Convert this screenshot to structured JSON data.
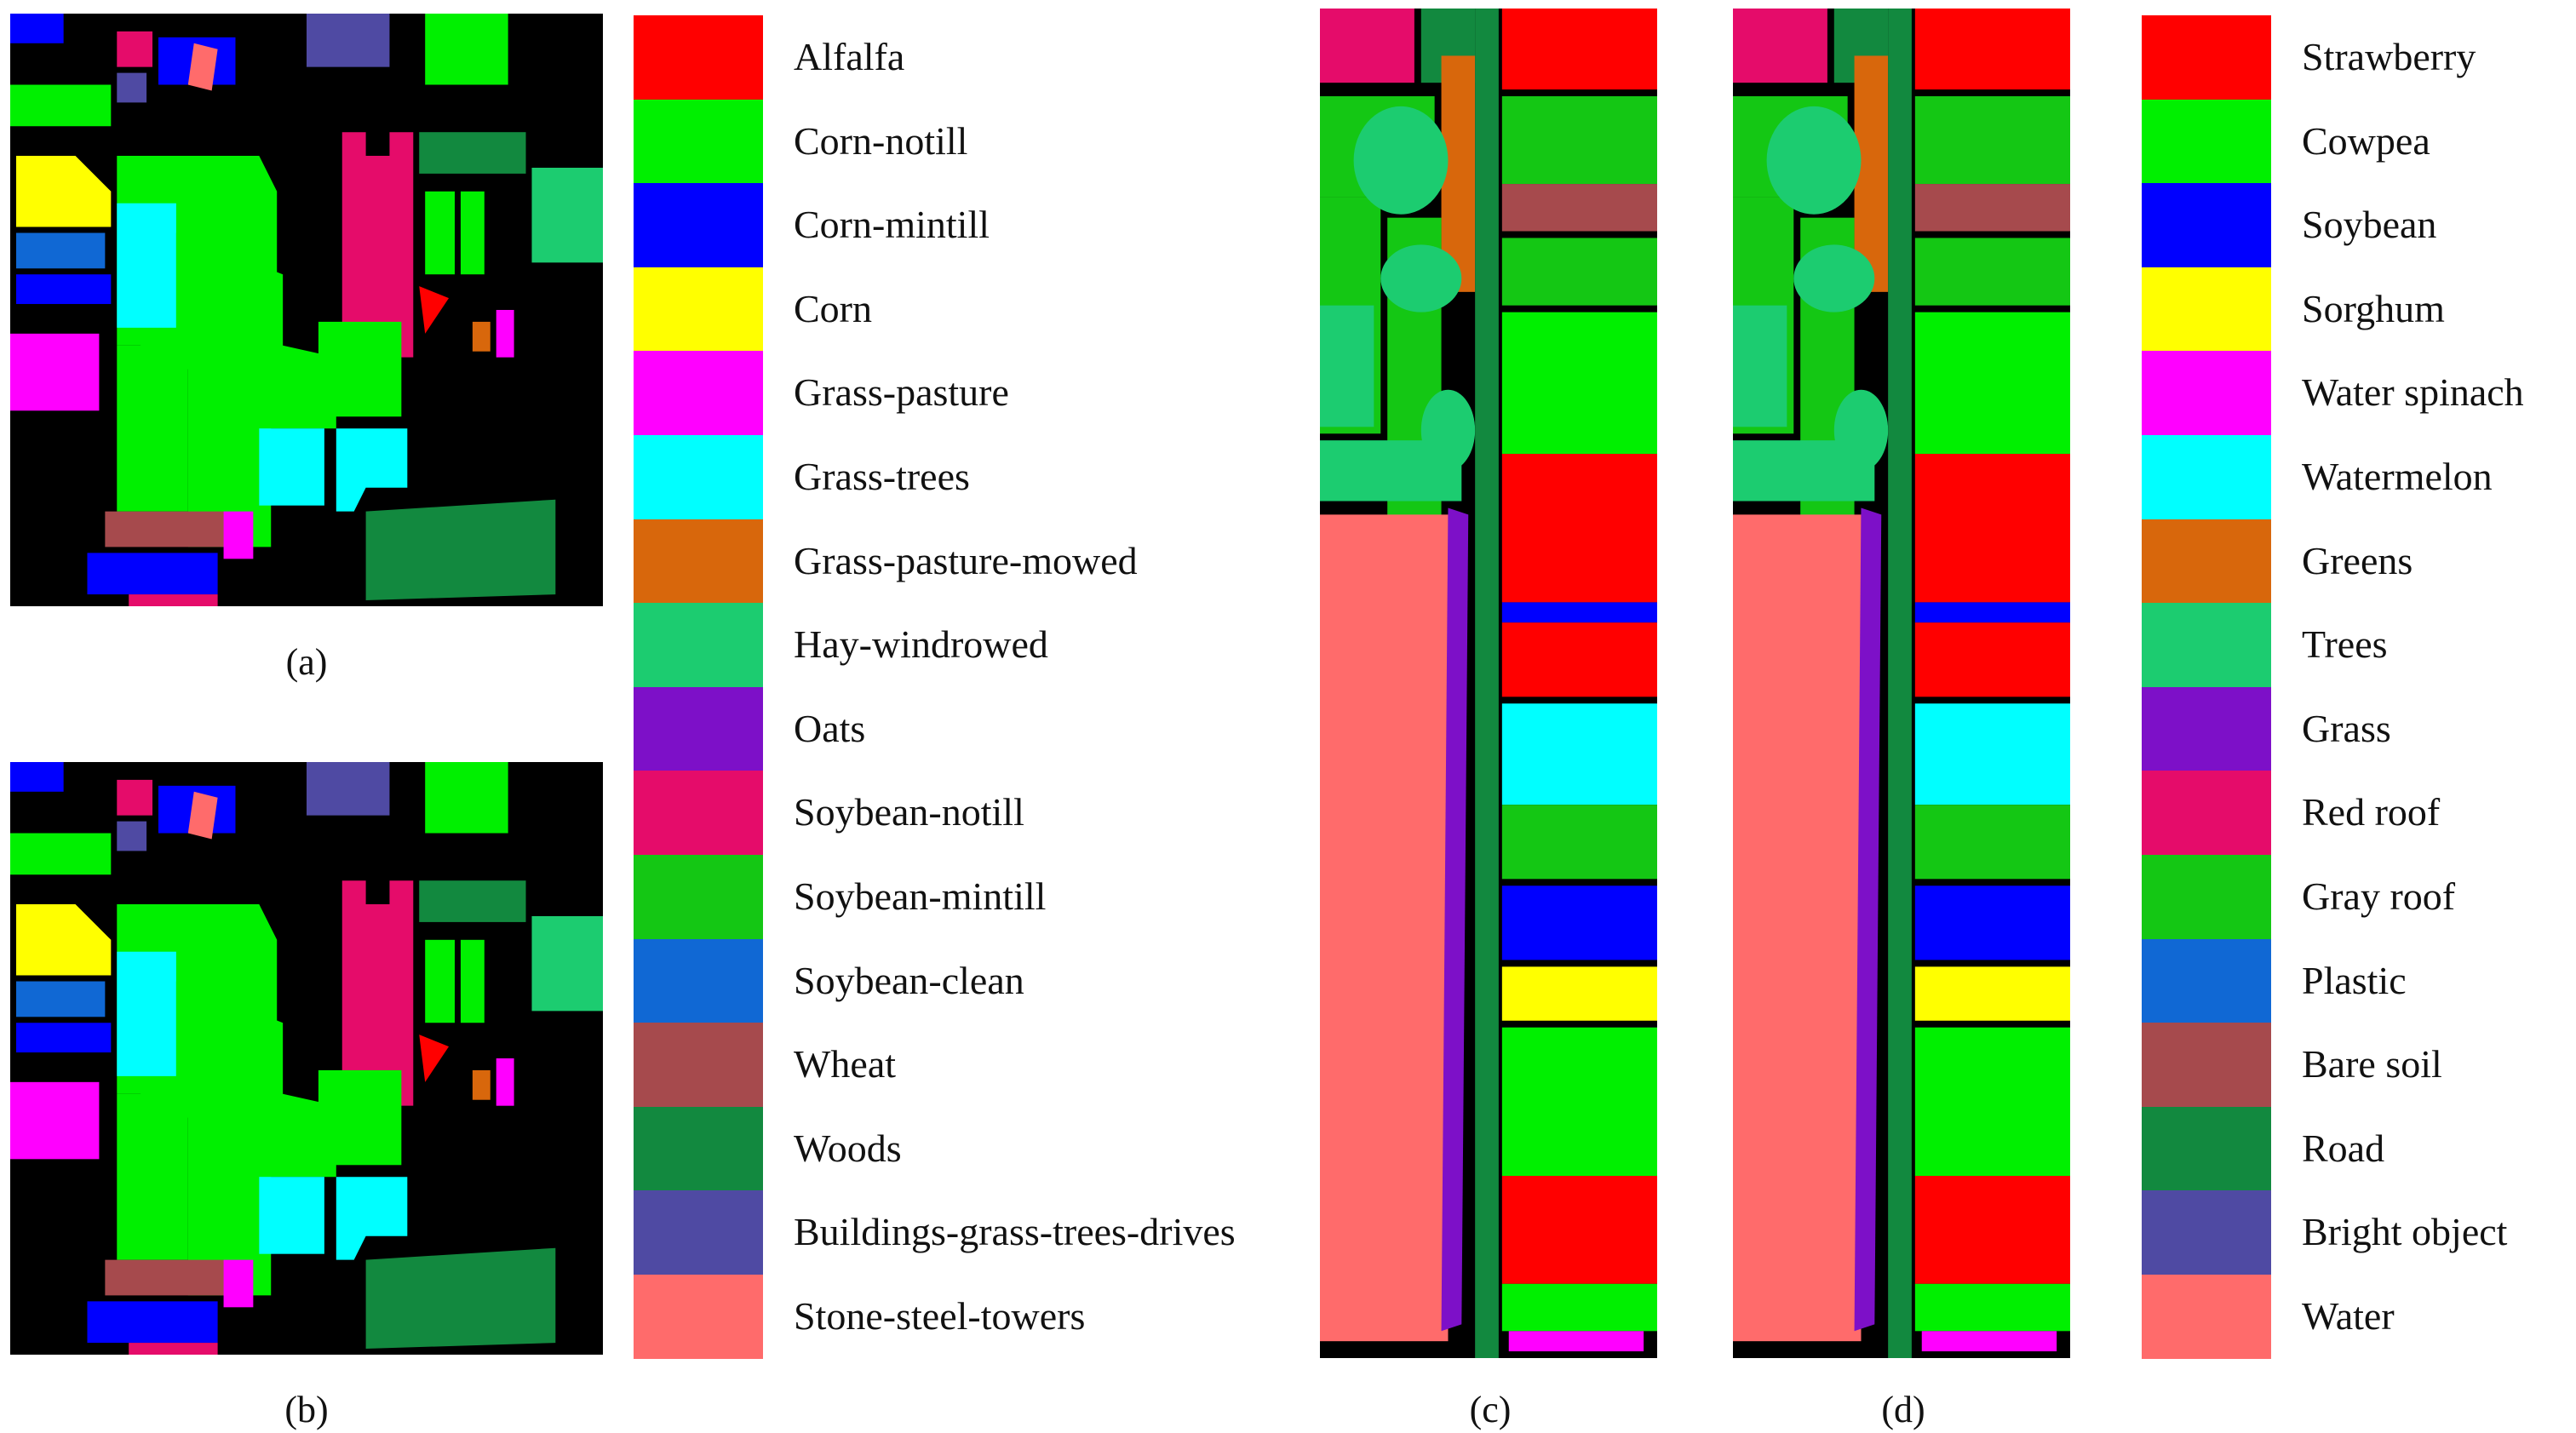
{
  "captions": {
    "a": "(a)",
    "b": "(b)",
    "c": "(c)",
    "d": "(d)"
  },
  "legend_indian_pines": [
    {
      "label": "Alfalfa",
      "color": "#ff0000"
    },
    {
      "label": "Corn-notill",
      "color": "#00f000"
    },
    {
      "label": "Corn-mintill",
      "color": "#0000ff"
    },
    {
      "label": "Corn",
      "color": "#ffff00"
    },
    {
      "label": "Grass-pasture",
      "color": "#ff00ff"
    },
    {
      "label": "Grass-trees",
      "color": "#00ffff"
    },
    {
      "label": "Grass-pasture-mowed",
      "color": "#d8670c"
    },
    {
      "label": "Hay-windrowed",
      "color": "#1ccc70"
    },
    {
      "label": "Oats",
      "color": "#7d10c8"
    },
    {
      "label": "Soybean-notill",
      "color": "#e50c6a"
    },
    {
      "label": "Soybean-mintill",
      "color": "#14c714"
    },
    {
      "label": "Soybean-clean",
      "color": "#1068d4"
    },
    {
      "label": "Wheat",
      "color": "#a64a4d"
    },
    {
      "label": "Woods",
      "color": "#12893f"
    },
    {
      "label": "Buildings-grass-trees-drives",
      "color": "#4f4aa3"
    },
    {
      "label": "Stone-steel-towers",
      "color": "#ff6b6b"
    }
  ],
  "legend_honghu": [
    {
      "label": "Strawberry",
      "color": "#ff0000"
    },
    {
      "label": "Cowpea",
      "color": "#00f000"
    },
    {
      "label": "Soybean",
      "color": "#0000ff"
    },
    {
      "label": "Sorghum",
      "color": "#ffff00"
    },
    {
      "label": "Water spinach",
      "color": "#ff00ff"
    },
    {
      "label": "Watermelon",
      "color": "#00ffff"
    },
    {
      "label": "Greens",
      "color": "#d8670c"
    },
    {
      "label": "Trees",
      "color": "#1ccc70"
    },
    {
      "label": "Grass",
      "color": "#7d10c8"
    },
    {
      "label": "Red roof",
      "color": "#e50c6a"
    },
    {
      "label": "Gray roof",
      "color": "#14c714"
    },
    {
      "label": "Plastic",
      "color": "#1068d4"
    },
    {
      "label": "Bare soil",
      "color": "#a64a4d"
    },
    {
      "label": "Road",
      "color": "#12893f"
    },
    {
      "label": "Bright object",
      "color": "#4f4aa3"
    },
    {
      "label": "Water",
      "color": "#ff6b6b"
    }
  ]
}
